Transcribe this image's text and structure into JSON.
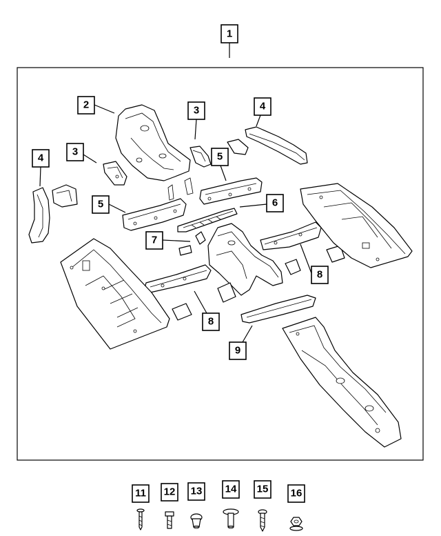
{
  "callouts": {
    "c1": "1",
    "c2": "2",
    "c3a": "3",
    "c3b": "3",
    "c4a": "4",
    "c4b": "4",
    "c5a": "5",
    "c5b": "5",
    "c6": "6",
    "c7": "7",
    "c8a": "8",
    "c8b": "8",
    "c9": "9",
    "c11": "11",
    "c12": "12",
    "c13": "13",
    "c14": "14",
    "c15": "15",
    "c16": "16"
  }
}
